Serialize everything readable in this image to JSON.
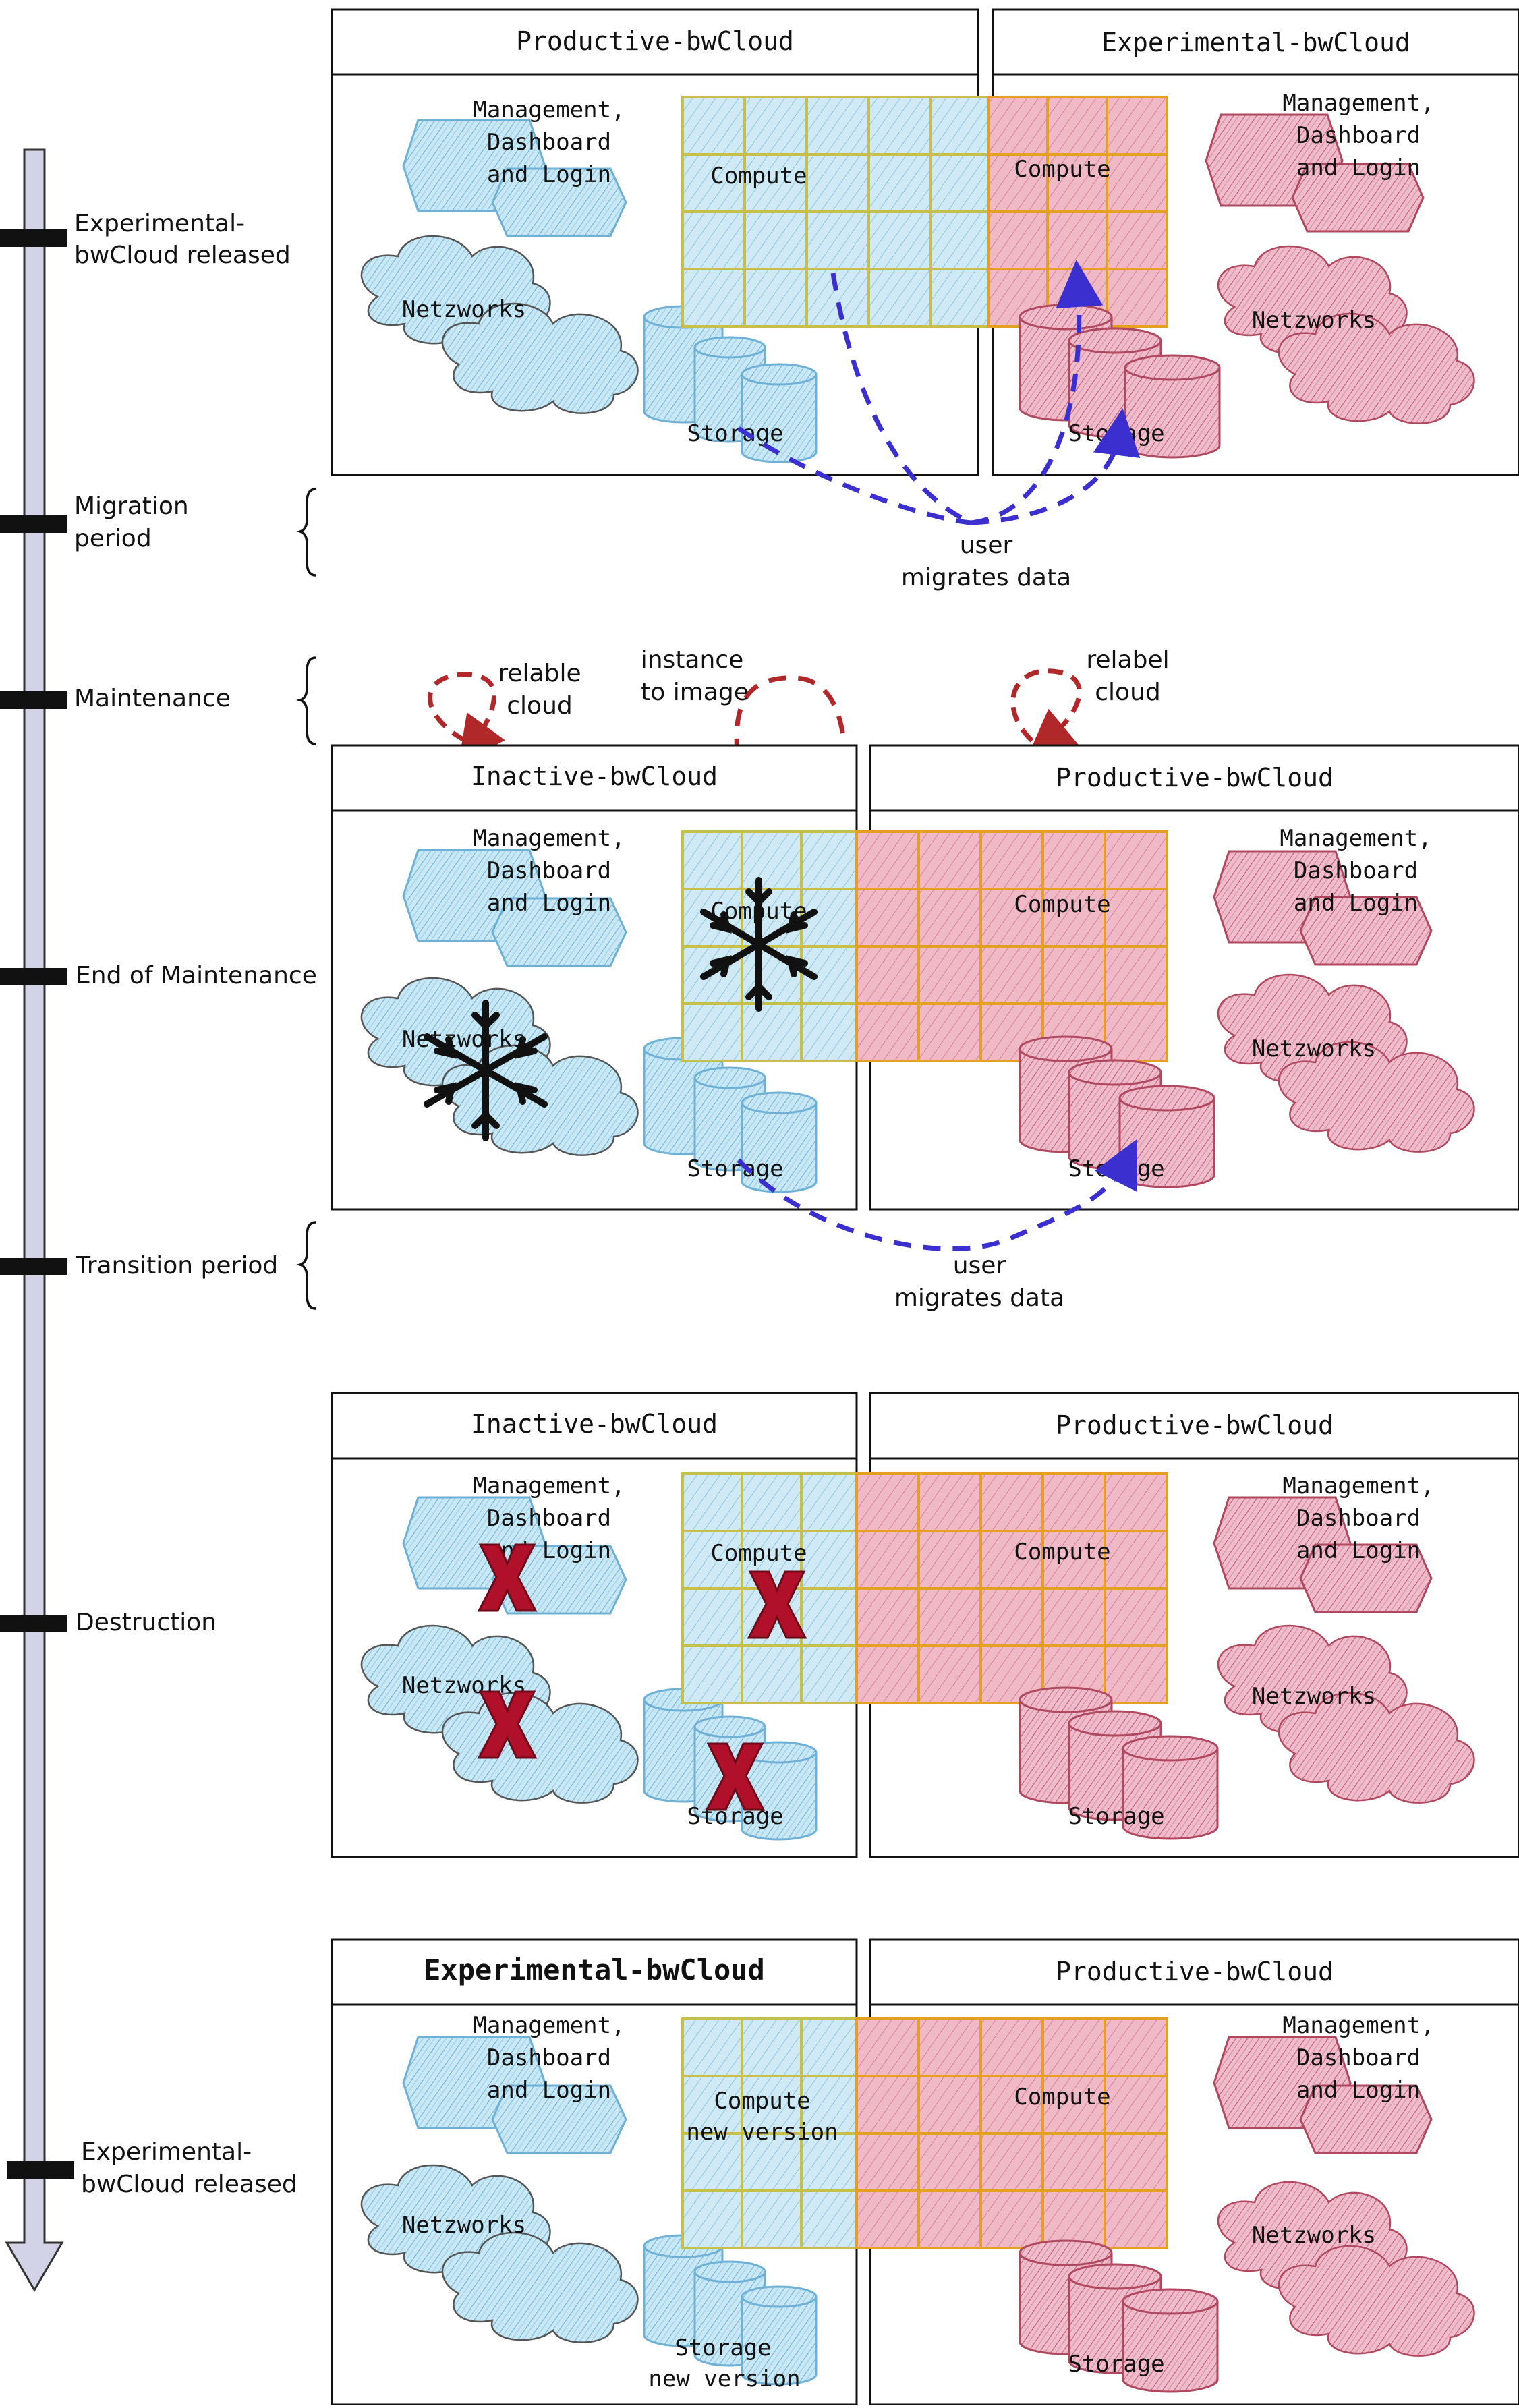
{
  "colors": {
    "blue_fill": "#b9e0f0",
    "blue_stroke": "#6fb1d6",
    "red_fill": "#e9a3b4",
    "red_stroke": "#b0485f",
    "grid_orange": "#e6a020",
    "grid_yellow": "#c6bf4a",
    "arrow_blue": "#3b2fd0",
    "arrow_red": "#b0282a",
    "timeline_fill": "#d3d3e8",
    "x_mark": "#b0102a"
  },
  "timeline": {
    "events": [
      {
        "lines": [
          "Experimental-",
          "bwCloud released"
        ]
      },
      {
        "lines": [
          "Migration",
          "period"
        ]
      },
      {
        "lines": [
          "Maintenance"
        ]
      },
      {
        "lines": [
          "End of Maintenance"
        ]
      },
      {
        "lines": [
          "Transition period"
        ]
      },
      {
        "lines": [
          "Destruction"
        ]
      },
      {
        "lines": [
          "Experimental-",
          "bwCloud released"
        ]
      }
    ]
  },
  "stages": [
    {
      "left_title": "Productive-bwCloud",
      "right_title": "Experimental-bwCloud",
      "left": {
        "management": [
          "Management,",
          "Dashboard",
          "and Login"
        ],
        "compute": [
          "Compute"
        ],
        "networks": "Netzworks",
        "storage": [
          "Storage"
        ]
      },
      "right": {
        "management": [
          "Management,",
          "Dashboard",
          "and Login"
        ],
        "compute": [
          "Compute"
        ],
        "networks": "Netzworks",
        "storage": [
          "Storage"
        ]
      },
      "annotation": [
        "user",
        "migrates data"
      ]
    },
    {
      "left_title": "Inactive-bwCloud",
      "right_title": "Productive-bwCloud",
      "left": {
        "management": [
          "Management,",
          "Dashboard",
          "and Login"
        ],
        "compute": [
          "Compute"
        ],
        "networks": "Netzworks",
        "storage": [
          "Storage"
        ]
      },
      "right": {
        "management": [
          "Management,",
          "Dashboard",
          "and Login"
        ],
        "compute": [
          "Compute"
        ],
        "networks": "Netzworks",
        "storage": [
          "Storage"
        ]
      },
      "labels": {
        "relabel_left": [
          "relable",
          "cloud"
        ],
        "instance": [
          "instance",
          "to image"
        ],
        "relabel_right": [
          "relabel",
          "cloud"
        ]
      },
      "annotation": [
        "user",
        "migrates data"
      ]
    },
    {
      "left_title": "Inactive-bwCloud",
      "right_title": "Productive-bwCloud",
      "left": {
        "management": [
          "Management,",
          "Dashboard",
          "and Login"
        ],
        "compute": [
          "Compute"
        ],
        "networks": "Netzworks",
        "storage": [
          "Storage"
        ]
      },
      "right": {
        "management": [
          "Management,",
          "Dashboard",
          "and Login"
        ],
        "compute": [
          "Compute"
        ],
        "networks": "Netzworks",
        "storage": [
          "Storage"
        ]
      }
    },
    {
      "left_title": "Experimental-bwCloud",
      "right_title": "Productive-bwCloud",
      "left": {
        "management": [
          "Management,",
          "Dashboard",
          "and Login"
        ],
        "compute": [
          "Compute",
          "new version"
        ],
        "networks": "Netzworks",
        "storage": [
          "Storage",
          "new version"
        ]
      },
      "right": {
        "management": [
          "Management,",
          "Dashboard",
          "and Login"
        ],
        "compute": [
          "Compute"
        ],
        "networks": "Netzworks",
        "storage": [
          "Storage"
        ]
      }
    }
  ]
}
